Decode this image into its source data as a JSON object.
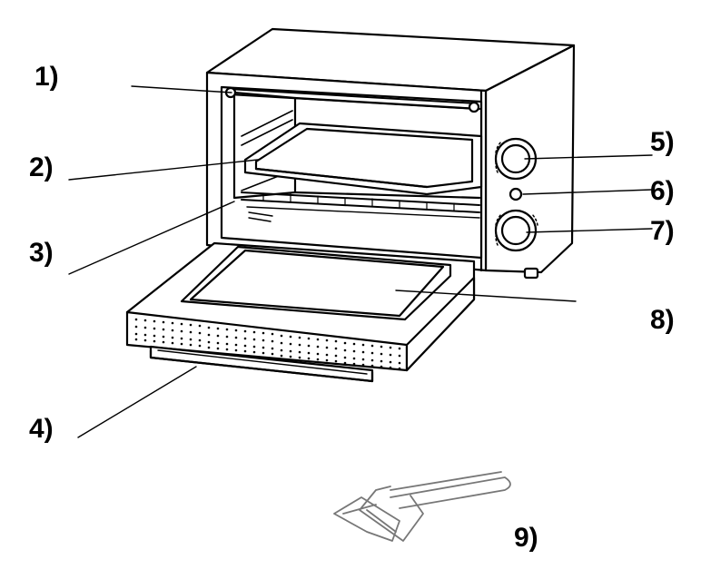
{
  "callouts": [
    {
      "id": "c1",
      "label": "1)"
    },
    {
      "id": "c2",
      "label": "2)"
    },
    {
      "id": "c3",
      "label": "3)"
    },
    {
      "id": "c4",
      "label": "4)"
    },
    {
      "id": "c5",
      "label": "5)"
    },
    {
      "id": "c6",
      "label": "6)"
    },
    {
      "id": "c7",
      "label": "7)"
    },
    {
      "id": "c8",
      "label": "8)"
    },
    {
      "id": "c9",
      "label": "9)"
    }
  ],
  "colors": {
    "line": "#000000",
    "fill": "#ffffff",
    "tool": "#777777"
  }
}
